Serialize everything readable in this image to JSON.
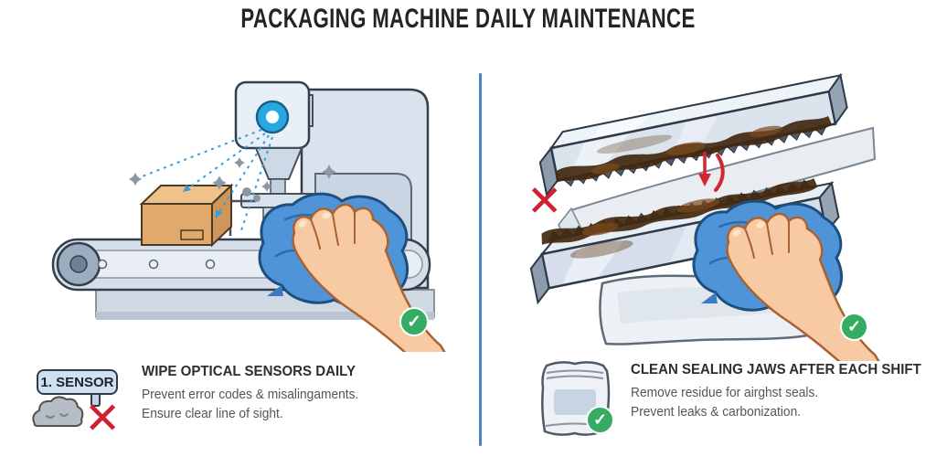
{
  "title": "PACKAGING MACHINE DAILY MAINTENANCE",
  "icons": {
    "check": "✓",
    "cross": "✕"
  },
  "colors": {
    "divider_blue": "#4b84c4",
    "sensor_blue": "#29a8e0",
    "cloth_blue": "#4f94d8",
    "check_green": "#35ab63",
    "error_red": "#cf2130",
    "residue_brown": "#42280f",
    "box_tan": "#e2a96c"
  },
  "left_panel": {
    "badge_label": "1. SENSOR",
    "heading": "WIPE OPTICAL SENSORS DAILY",
    "body_line1": "Prevent error codes & misalingaments.",
    "body_line2": "Ensure clear line of sight."
  },
  "right_panel": {
    "heading": "CLEAN SEALING JAWS AFTER EACH SHIFT",
    "body_line1": "Remove residue for airghst seals.",
    "body_line2": "Prevent leaks & carbonization."
  }
}
